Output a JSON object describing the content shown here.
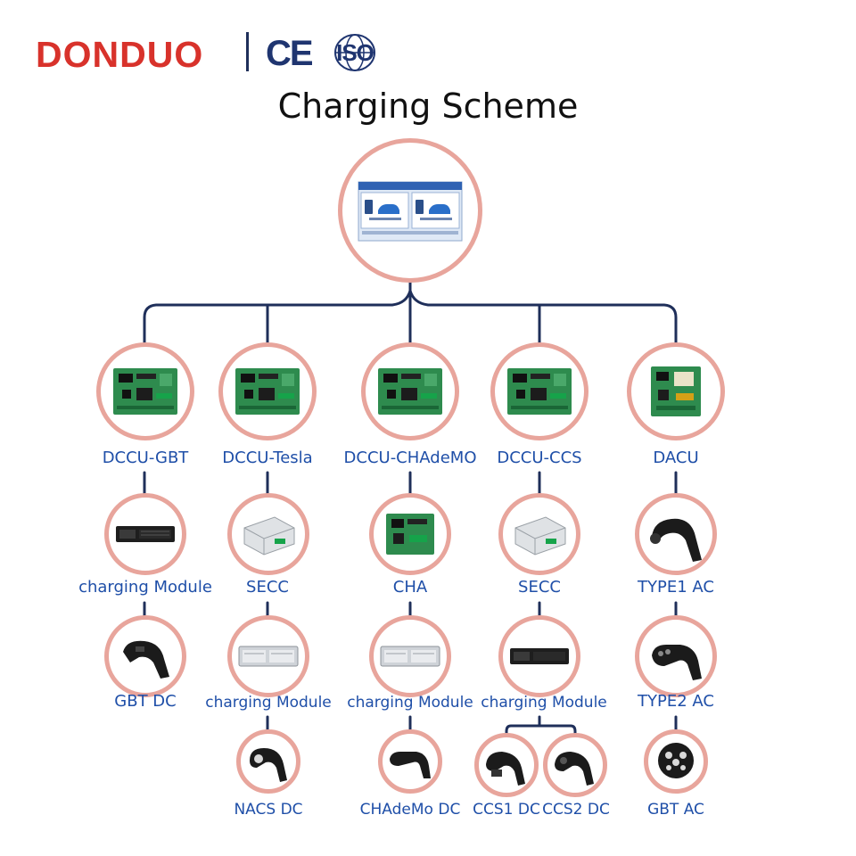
{
  "brand": {
    "name": "DONDUO",
    "ce": "CE",
    "iso": "ISO"
  },
  "title": "Charging Scheme",
  "colors": {
    "line": "#1f2f5a",
    "ring": "#e8a59c",
    "label": "#1f4fa8",
    "brand": "#d8322b"
  },
  "nodes": {
    "dccu_gbt": "DCCU-GBT",
    "dccu_tesla": "DCCU-Tesla",
    "dccu_chademo": "DCCU-CHAdeMO",
    "dccu_ccs": "DCCU-CCS",
    "dacu": "DACU",
    "charging_module_1": "charging Module",
    "secc_1": "SECC",
    "cha": "CHA",
    "secc_2": "SECC",
    "type1_ac": "TYPE1 AC",
    "gbt_dc": "GBT DC",
    "charging_module_2": "charging Module",
    "charging_module_3": "charging Module",
    "charging_module_4": "charging Module",
    "type2_ac": "TYPE2 AC",
    "nacs_dc": "NACS DC",
    "chademo_dc": "CHAdeMo DC",
    "ccs1_dc": "CCS1 DC",
    "ccs2_dc": "CCS2 DC",
    "gbt_ac": "GBT AC"
  }
}
